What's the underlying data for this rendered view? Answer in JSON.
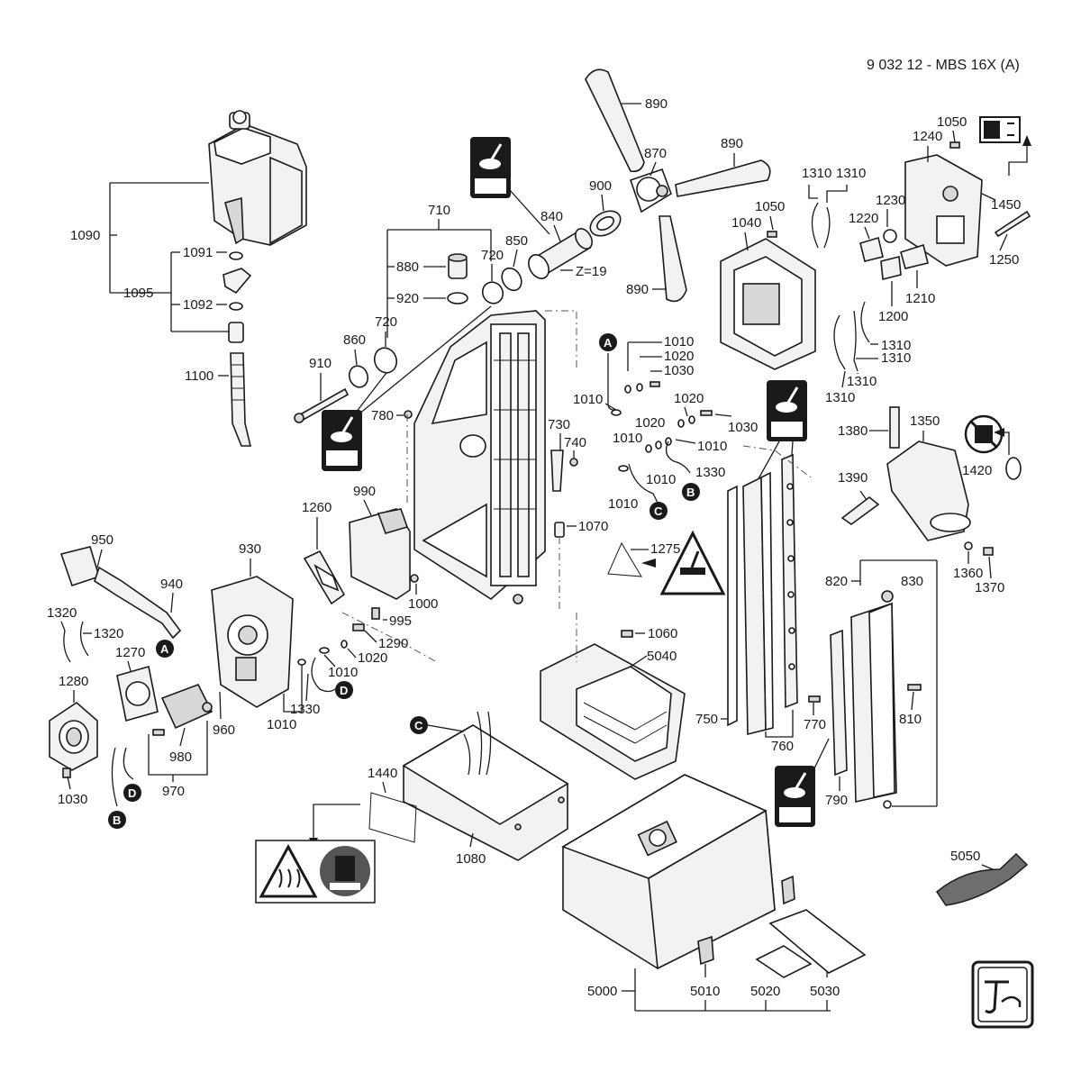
{
  "title": "9 032 12 - MBS 16X (A)",
  "brand": "Fein",
  "gear_note": "Z=19",
  "callouts": {
    "c_890a": "890",
    "c_890b": "890",
    "c_890c": "890",
    "c_870": "870",
    "c_900": "900",
    "c_840": "840",
    "c_850": "850",
    "c_720a": "720",
    "c_720b": "720",
    "c_710": "710",
    "c_880": "880",
    "c_920": "920",
    "c_860": "860",
    "c_910": "910",
    "c_780": "780",
    "c_1090": "1090",
    "c_1091": "1091",
    "c_1095": "1095",
    "c_1092": "1092",
    "c_1100": "1100",
    "c_1050a": "1050",
    "c_1050b": "1050",
    "c_1040": "1040",
    "c_1240": "1240",
    "c_1450": "1450",
    "c_1250": "1250",
    "c_1310a": "1310",
    "c_1310b": "1310",
    "c_1310c": "1310",
    "c_1310d": "1310",
    "c_1310e": "1310",
    "c_1310f": "1310",
    "c_1230": "1230",
    "c_1220": "1220",
    "c_1210": "1210",
    "c_1200": "1200",
    "c_1010a": "1010",
    "c_1020a": "1020",
    "c_1030a": "1030",
    "c_1010b": "1010",
    "c_1020b": "1020",
    "c_1030b": "1030",
    "c_1020c": "1020",
    "c_1010c": "1010",
    "c_1010d": "1010",
    "c_1010e": "1010",
    "c_1330a": "1330",
    "c_1010f": "1010",
    "c_730": "730",
    "c_740": "740",
    "c_1070": "1070",
    "c_1275": "1275",
    "c_1380": "1380",
    "c_1350": "1350",
    "c_1390": "1390",
    "c_1420": "1420",
    "c_1360": "1360",
    "c_1370": "1370",
    "c_820": "820",
    "c_830": "830",
    "c_810": "810",
    "c_790": "790",
    "c_770": "770",
    "c_760": "760",
    "c_750": "750",
    "c_990": "990",
    "c_1260": "1260",
    "c_930": "930",
    "c_950": "950",
    "c_940": "940",
    "c_1320a": "1320",
    "c_1320b": "1320",
    "c_1270": "1270",
    "c_1280": "1280",
    "c_1030c": "1030",
    "c_970": "970",
    "c_980": "980",
    "c_960": "960",
    "c_1010g": "1010",
    "c_1330b": "1330",
    "c_1010h": "1010",
    "c_1020d": "1020",
    "c_1290": "1290",
    "c_995": "995",
    "c_1000": "1000",
    "c_1060": "1060",
    "c_5040": "5040",
    "c_1440": "1440",
    "c_1080": "1080",
    "c_5050": "5050",
    "c_5000": "5000",
    "c_5010": "5010",
    "c_5020": "5020",
    "c_5030": "5030"
  },
  "markers": {
    "a1": "A",
    "a2": "A",
    "b1": "B",
    "b2": "B",
    "c1": "C",
    "c2": "C",
    "d1": "D",
    "d2": "D"
  },
  "colors": {
    "ink": "#1a1a1a",
    "fill": "#f2f2f2",
    "marker": "#1a1a1a"
  },
  "icons": [
    "grease-icon",
    "warning-triangle-icon",
    "hot-surface-icon",
    "no-disposal-icon",
    "fein-logo-icon",
    "switch-symbol-icon"
  ]
}
